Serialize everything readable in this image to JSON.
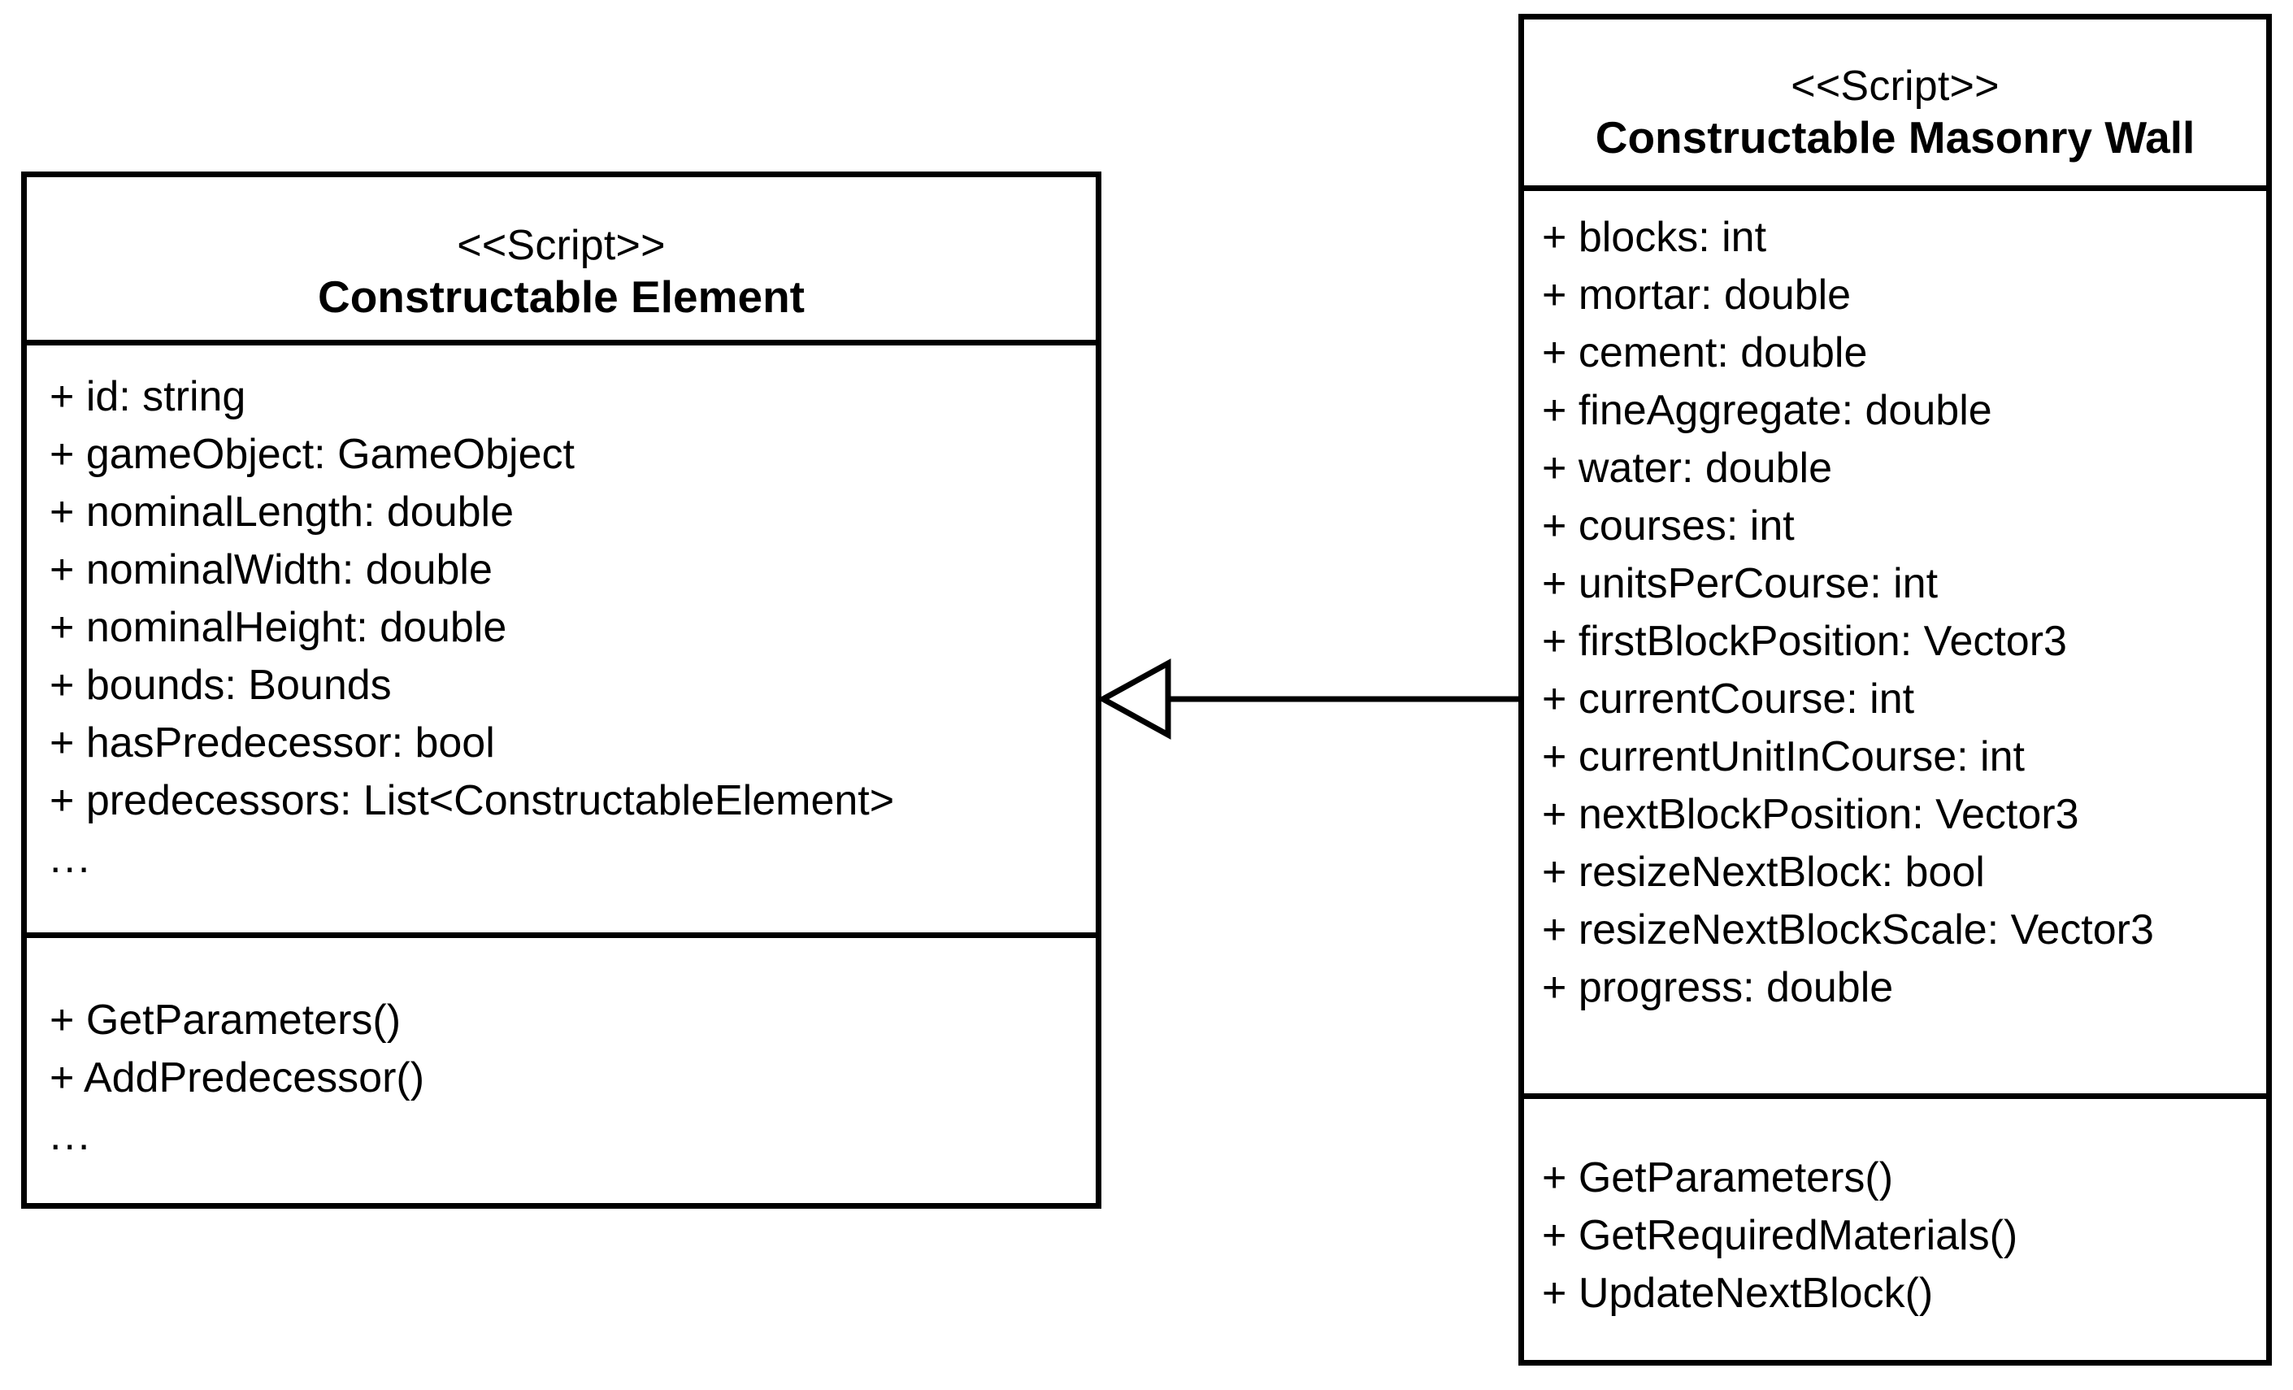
{
  "diagram": {
    "type": "uml-class-diagram",
    "background_color": "#ffffff",
    "line_color": "#000000"
  },
  "classes": [
    {
      "id": "constructable-element",
      "stereotype": "<<Script>>",
      "name": "Constructable Element",
      "attributes": [
        "+ id: string",
        "+ gameObject: GameObject",
        "+ nominalLength: double",
        "+ nominalWidth: double",
        "+ nominalHeight: double",
        "+ bounds: Bounds",
        "+ hasPredecessor: bool",
        "+ predecessors: List<ConstructableElement>",
        "..."
      ],
      "operations": [
        "+ GetParameters()",
        "+ AddPredecessor()",
        "..."
      ]
    },
    {
      "id": "constructable-masonry-wall",
      "stereotype": "<<Script>>",
      "name": "Constructable Masonry Wall",
      "attributes": [
        "+ blocks: int",
        "+ mortar: double",
        "+ cement: double",
        "+ fineAggregate: double",
        "+ water: double",
        "+ courses: int",
        "+ unitsPerCourse: int",
        "+ firstBlockPosition: Vector3",
        "+ currentCourse: int",
        "+ currentUnitInCourse: int",
        "+ nextBlockPosition: Vector3",
        "+ resizeNextBlock: bool",
        "+ resizeNextBlockScale: Vector3",
        "+ progress: double"
      ],
      "operations": [
        "+ GetParameters()",
        "+ GetRequiredMaterials()",
        "+ UpdateNextBlock()"
      ]
    }
  ],
  "relationships": [
    {
      "id": "generalization-1",
      "kind": "generalization",
      "label": "",
      "source": "constructable-masonry-wall",
      "target": "constructable-element",
      "arrow": "hollow-triangle",
      "line_style": "solid"
    }
  ]
}
